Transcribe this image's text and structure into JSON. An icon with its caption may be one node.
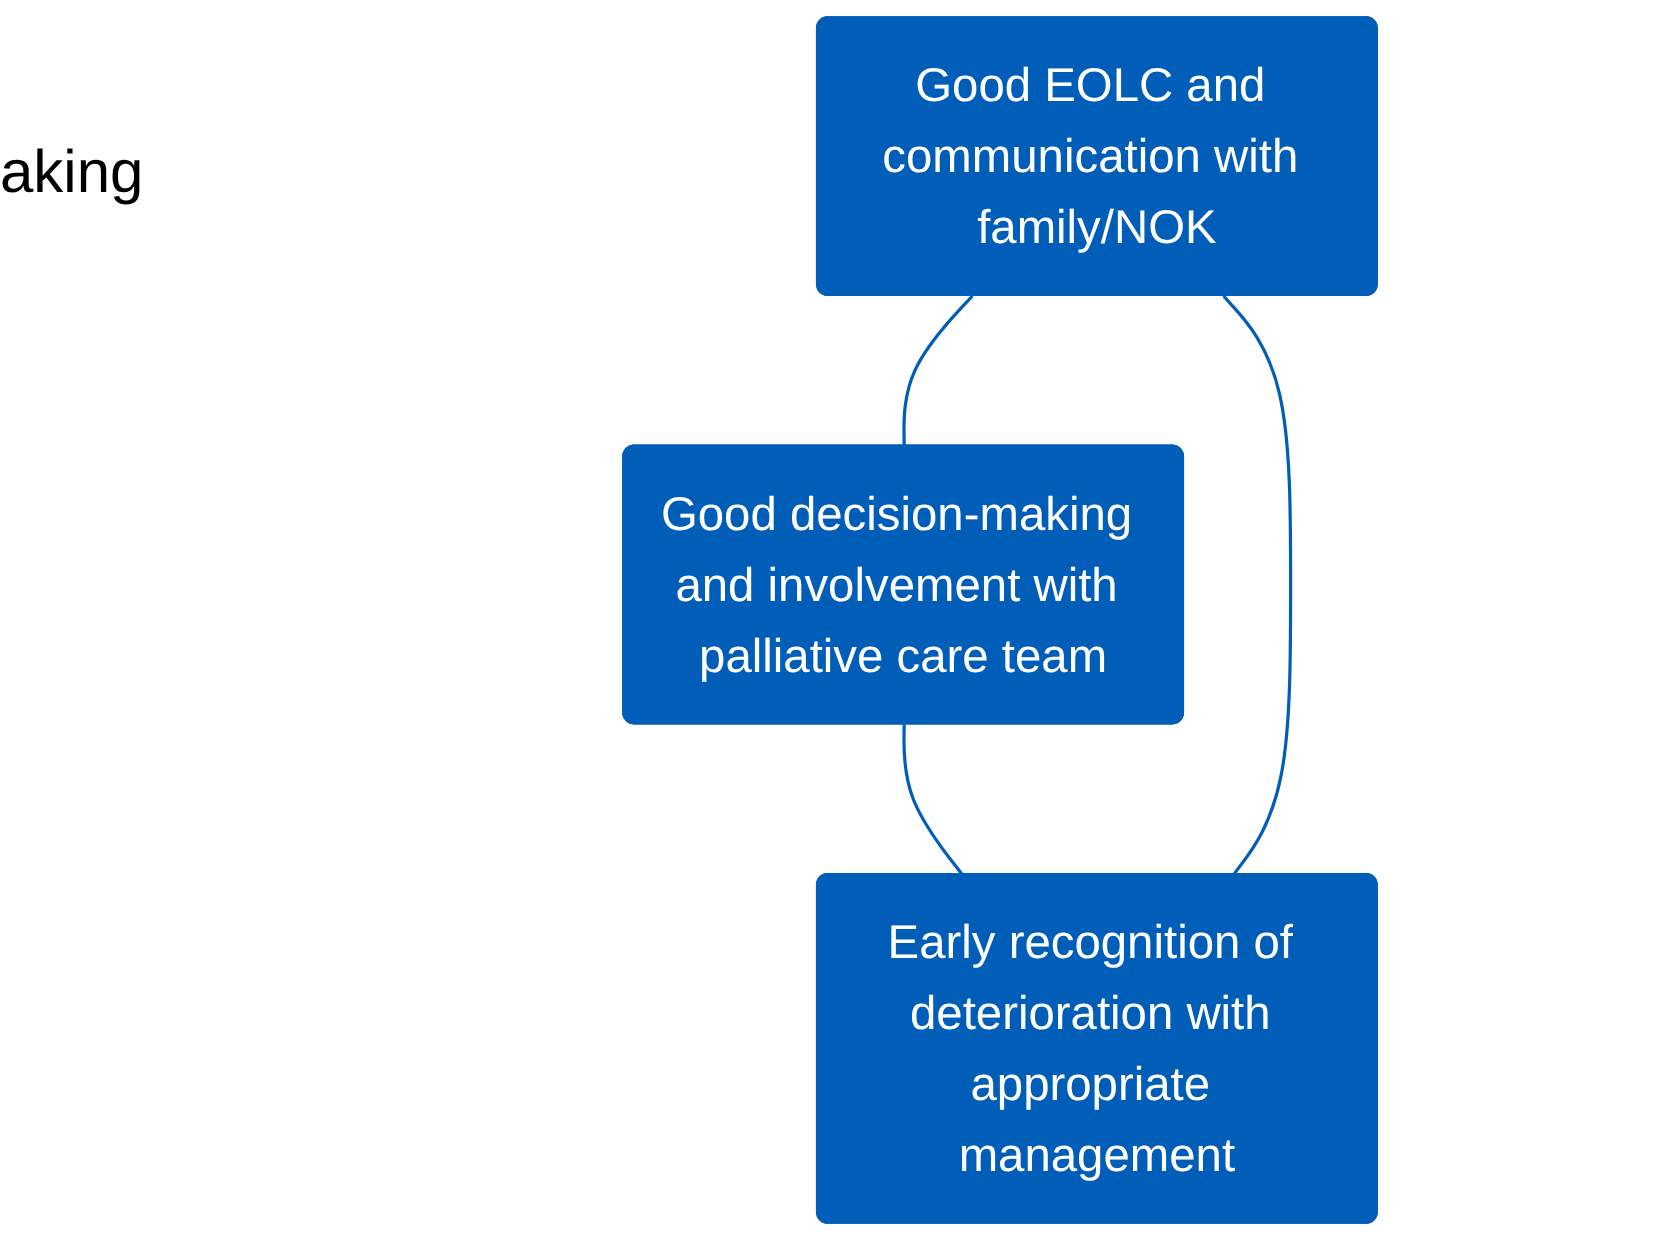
{
  "diagram": {
    "nodes": [
      {
        "text": [
          "Good EOLC and communication with family/NOK"
        ]
      },
      {
        "text": [
          "Good decision-making and involvement with palliative care team"
        ]
      },
      {
        "text": [
          "Early recognition of deterioration with appropriate management"
        ]
      }
    ],
    "edges": [
      {
        "from": 0,
        "to": 1,
        "arrow": "none"
      },
      {
        "from": 1,
        "to": 2,
        "arrow": "none"
      },
      {
        "from": 2,
        "to": 0,
        "arrow": "none"
      }
    ],
    "labels": [
      "aking"
    ]
  }
}
